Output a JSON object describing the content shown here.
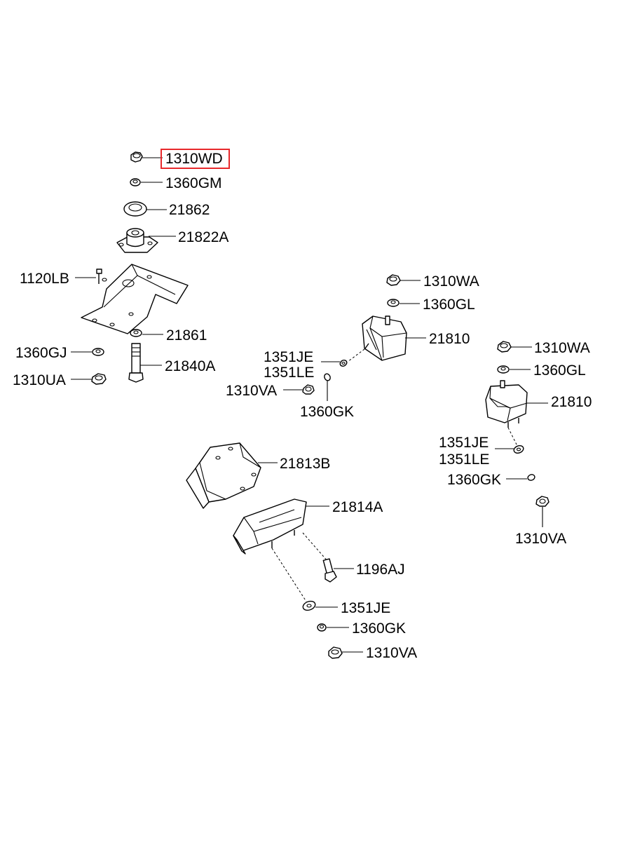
{
  "diagram": {
    "highlight_color": "#e8282b",
    "labels": {
      "l_1310WD": "1310WD",
      "l_1360GM": "1360GM",
      "l_21862": "21862",
      "l_21822A": "21822A",
      "l_1120LB": "1120LB",
      "l_21861": "21861",
      "l_1360GJ": "1360GJ",
      "l_21840A": "21840A",
      "l_1310UA": "1310UA",
      "l_1310WA_c": "1310WA",
      "l_1360GL_c": "1360GL",
      "l_21810_c": "21810",
      "l_1351JE_c": "1351JE",
      "l_1351LE_c": "1351LE",
      "l_1310VA_c": "1310VA",
      "l_1360GK_c": "1360GK",
      "l_1310WA_r": "1310WA",
      "l_1360GL_r": "1360GL",
      "l_21810_r": "21810",
      "l_1351JE_r": "1351JE",
      "l_1351LE_r": "1351LE",
      "l_1360GK_r": "1360GK",
      "l_1310VA_r": "1310VA",
      "l_21813B": "21813B",
      "l_21814A": "21814A",
      "l_1196AJ": "1196AJ",
      "l_1351JE_b": "1351JE",
      "l_1360GK_b": "1360GK",
      "l_1310VA_b": "1310VA"
    }
  }
}
